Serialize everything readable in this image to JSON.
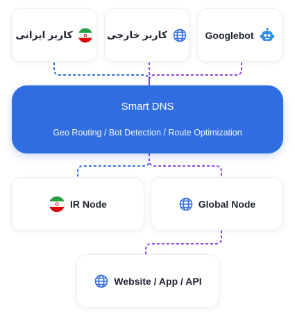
{
  "sources": [
    {
      "label": "کاربر ایرانی",
      "icon": "iran-flag-icon"
    },
    {
      "label": "کاربر خارجی",
      "icon": "globe-icon"
    },
    {
      "label": "Googlebot",
      "icon": "robot-icon"
    }
  ],
  "dns": {
    "title": "Smart DNS",
    "subtitle": "Geo Routing / Bot Detection / Route Optimization"
  },
  "nodes": [
    {
      "label": "IR Node",
      "icon": "iran-flag-icon"
    },
    {
      "label": "Global Node",
      "icon": "globe-icon"
    }
  ],
  "destination": {
    "label": "Website / App / API",
    "icon": "globe-icon"
  },
  "colors": {
    "primary": "#2f6de1",
    "route_blue": "#2f6de1",
    "route_purple": "#8b3fe0",
    "flag_green": "#239f40",
    "flag_red": "#da0000",
    "robot_blue": "#2b8ee8"
  }
}
